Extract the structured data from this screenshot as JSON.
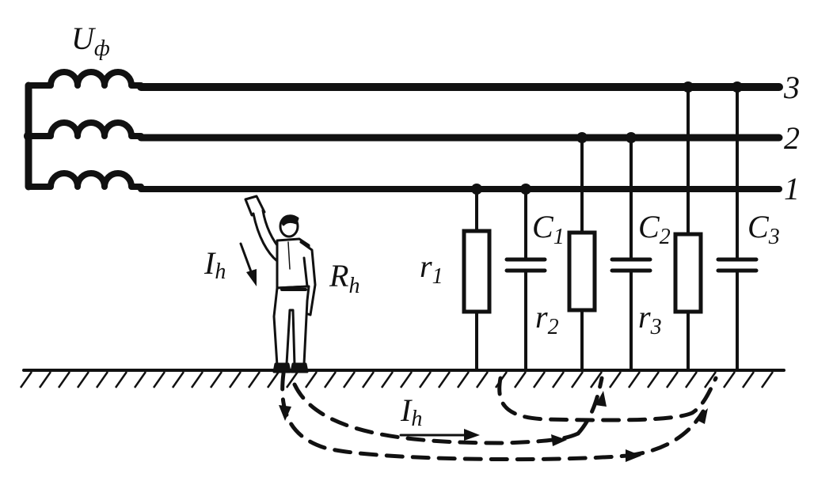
{
  "labels": {
    "source_voltage": {
      "main": "U",
      "sub": "ф"
    },
    "phase_3": "3",
    "phase_2": "2",
    "phase_1": "1",
    "body_current": {
      "main": "I",
      "sub": "h"
    },
    "body_resistance": {
      "main": "R",
      "sub": "h"
    },
    "ground_current": {
      "main": "I",
      "sub": "h"
    },
    "r1": {
      "main": "r",
      "sub": "1"
    },
    "r2": {
      "main": "r",
      "sub": "2"
    },
    "r3": {
      "main": "r",
      "sub": "3"
    },
    "c1": {
      "main": "C",
      "sub": "1"
    },
    "c2": {
      "main": "C",
      "sub": "2"
    },
    "c3": {
      "main": "C",
      "sub": "3"
    }
  },
  "colors": {
    "ink": "#111111",
    "background": "#ffffff"
  }
}
